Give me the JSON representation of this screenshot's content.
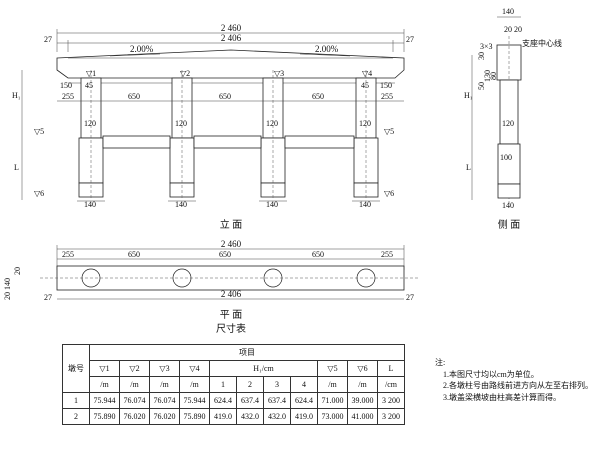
{
  "elevation": {
    "total_length": "2 460",
    "inner_length": "2 406",
    "end_27": "27",
    "slope_left": "2.00%",
    "slope_right": "2.00%",
    "column_labels": [
      "1",
      "2",
      "3",
      "4"
    ],
    "h_dims": [
      "150",
      "45",
      "150",
      "45"
    ],
    "spans": [
      "255",
      "650",
      "650",
      "650",
      "255"
    ],
    "col_width_120": "120",
    "footing_width": "140",
    "level_5": "5",
    "level_6": "6",
    "h1_label": "H₁",
    "l_label": "L",
    "caption": "立 面"
  },
  "side": {
    "width_top": "140",
    "off_20a": "20",
    "off_20b": "20",
    "center_line": "支座中心线",
    "pad": "3×3",
    "d30": "30",
    "d130": "130",
    "d80": "80",
    "d50": "50",
    "d120": "120",
    "d100": "100",
    "d140": "140",
    "caption": "侧 面"
  },
  "plan": {
    "total_length": "2 460",
    "spans": [
      "255",
      "650",
      "650",
      "650",
      "255"
    ],
    "side_dims": [
      "140",
      "20",
      "20"
    ],
    "end_27": "27",
    "inner_length": "2 406",
    "caption": "平 面"
  },
  "table": {
    "title": "尺寸表",
    "col_pier": "墩号",
    "col_item": "项目",
    "levels": [
      "▽1",
      "▽2",
      "▽3",
      "▽4"
    ],
    "h1": "H₁/cm",
    "h1_sub": [
      "1",
      "2",
      "3",
      "4"
    ],
    "levels2": [
      "▽5",
      "▽6"
    ],
    "col_L": "L",
    "unit_m": "/m",
    "unit_cm": "/cm",
    "rows": [
      [
        "1",
        "75.944",
        "76.074",
        "76.074",
        "75.944",
        "624.4",
        "637.4",
        "637.4",
        "624.4",
        "71.000",
        "39.000",
        "3 200"
      ],
      [
        "2",
        "75.890",
        "76.020",
        "76.020",
        "75.890",
        "419.0",
        "432.0",
        "432.0",
        "419.0",
        "73.000",
        "41.000",
        "3 200"
      ]
    ]
  },
  "notes": {
    "title": "注:",
    "items": [
      "1.本图尺寸均以cm为单位。",
      "2.各墩柱号由路线前进方向从左至右排列。",
      "3.墩盖梁横坡由柱高差计算而得。"
    ]
  }
}
